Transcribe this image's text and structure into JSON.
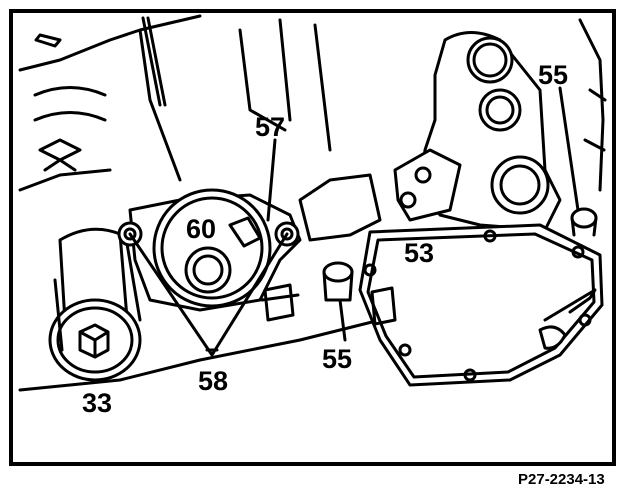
{
  "figure": {
    "reference_code": "P27-2234-13",
    "callouts": {
      "c53": "53",
      "c55_top": "55",
      "c55_bottom": "55",
      "c57": "57",
      "c58": "58",
      "c60": "60",
      "c33": "33"
    }
  },
  "colors": {
    "ink": "#000000",
    "paper": "#ffffff"
  }
}
